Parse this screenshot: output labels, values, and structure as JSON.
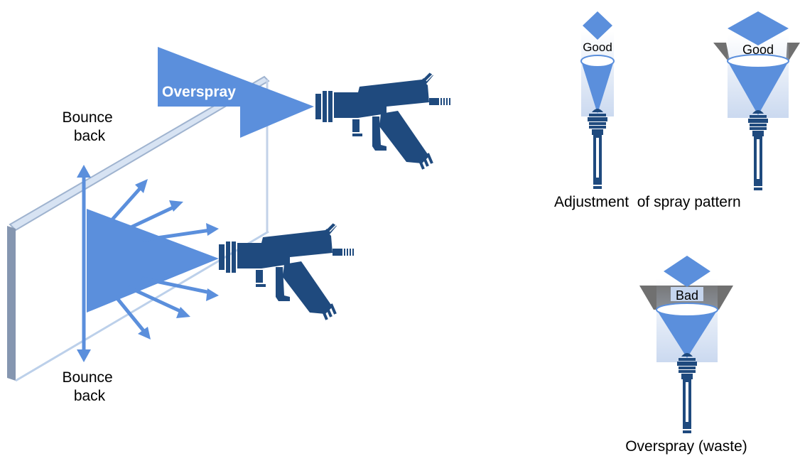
{
  "labels": {
    "overspray_arrow": "Overspray",
    "bounce_back_top": [
      "Bounce",
      "back"
    ],
    "bounce_back_bottom": [
      "Bounce",
      "back"
    ],
    "pattern_good_1": "Good",
    "pattern_good_2": "Good",
    "pattern_bad": "Bad",
    "adjustment_caption": "Adjustment  of spray pattern",
    "waste_caption": "Overspray (waste)"
  },
  "colors": {
    "spray_blue": "#5b8fdc",
    "gun_navy": "#1f4a7e",
    "wall_light": "#c9d9ee",
    "wall_dark": "#7a8ea8",
    "target_gray": "#6e6e6e",
    "cone_light": "#c5d5ee"
  },
  "icons": [
    "spray-gun-icon",
    "nozzle-icon",
    "arrow-icon"
  ]
}
